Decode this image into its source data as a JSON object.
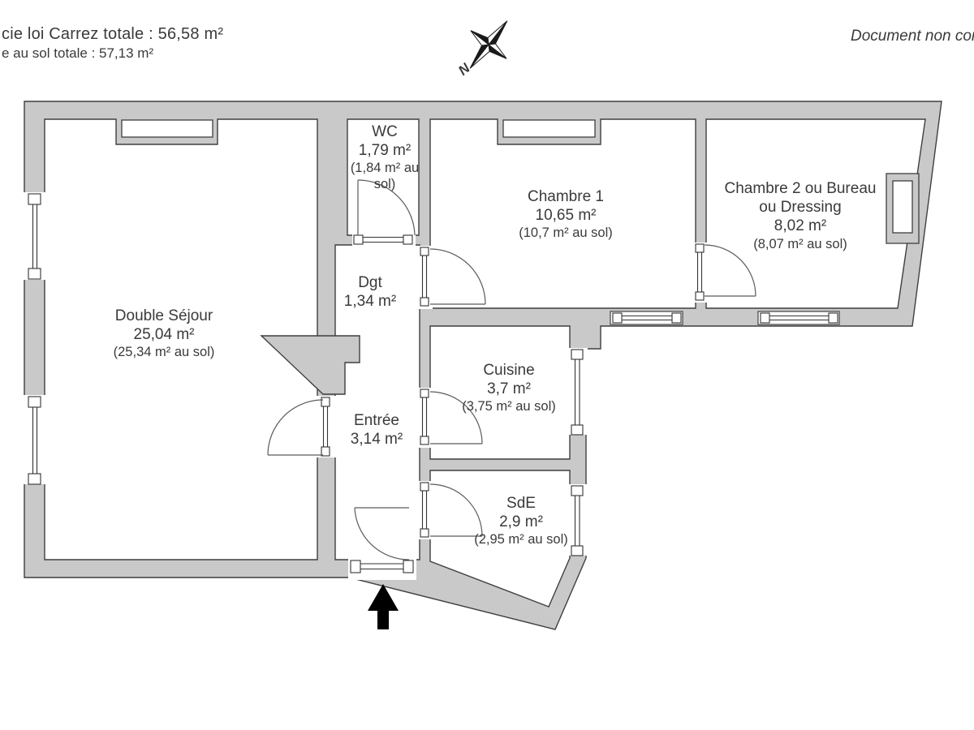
{
  "header": {
    "carrez_total": "cie loi Carrez totale :  56,58 m²",
    "floor_total": "e au sol totale :  57,13 m²",
    "disclaimer": "Document non cor"
  },
  "compass": {
    "north_label": "N"
  },
  "rooms": [
    {
      "id": "double-sejour",
      "name": "Double Séjour",
      "area": "25,04 m²",
      "floor_area": "(25,34 m² au sol)"
    },
    {
      "id": "wc",
      "name": "WC",
      "area": "1,79 m²",
      "floor_area": "(1,84 m² au sol)"
    },
    {
      "id": "dgt",
      "name": "Dgt",
      "area": "1,34 m²"
    },
    {
      "id": "entree",
      "name": "Entrée",
      "area": "3,14 m²"
    },
    {
      "id": "chambre-1",
      "name": "Chambre 1",
      "area": "10,65 m²",
      "floor_area": "(10,7 m² au sol)"
    },
    {
      "id": "chambre-2",
      "name": "Chambre 2 ou Bureau ou Dressing",
      "area": "8,02 m²",
      "floor_area": "(8,07 m² au sol)"
    },
    {
      "id": "cuisine",
      "name": "Cuisine",
      "area": "3,7 m²",
      "floor_area": "(3,75 m² au sol)"
    },
    {
      "id": "sde",
      "name": "SdE",
      "area": "2,9 m²",
      "floor_area": "(2,95 m² au sol)"
    }
  ],
  "colors": {
    "wall_fill": "#c9c9c9",
    "wall_stroke": "#3f3f3f",
    "text": "#3a3a3a",
    "arrow": "#000000"
  }
}
